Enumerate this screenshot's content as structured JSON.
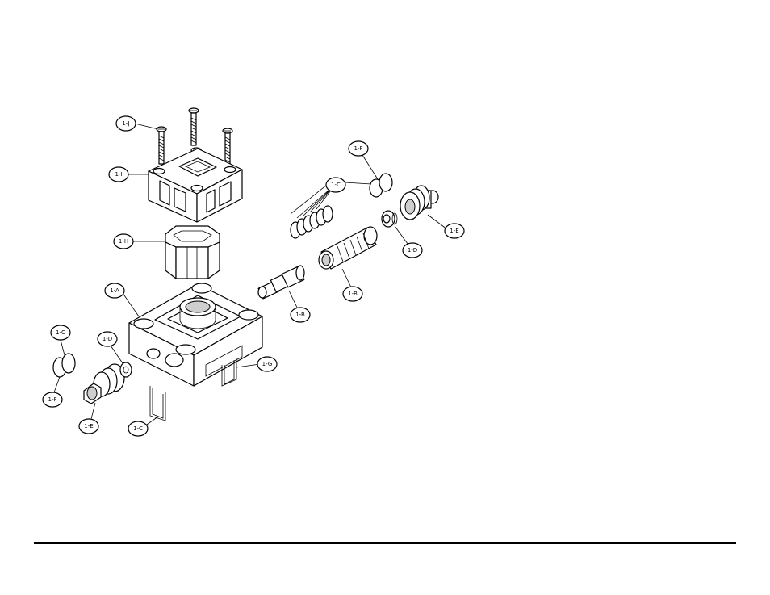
{
  "colors": {
    "line": "#000000",
    "background": "#ffffff",
    "shade": "#cfcfcf"
  },
  "callouts": {
    "j": "1-J",
    "i": "1-I",
    "h": "1-H",
    "a": "1-A",
    "f_top": "1-F",
    "c_top": "1-C",
    "e_top": "1-E",
    "d_top": "1-D",
    "b_spring": "1-B",
    "b_spool": "1-B",
    "g": "1-G",
    "c_left": "1-C",
    "f_left": "1-F",
    "d_left": "1-D",
    "e_left": "1-E",
    "c_pin": "1-C"
  }
}
